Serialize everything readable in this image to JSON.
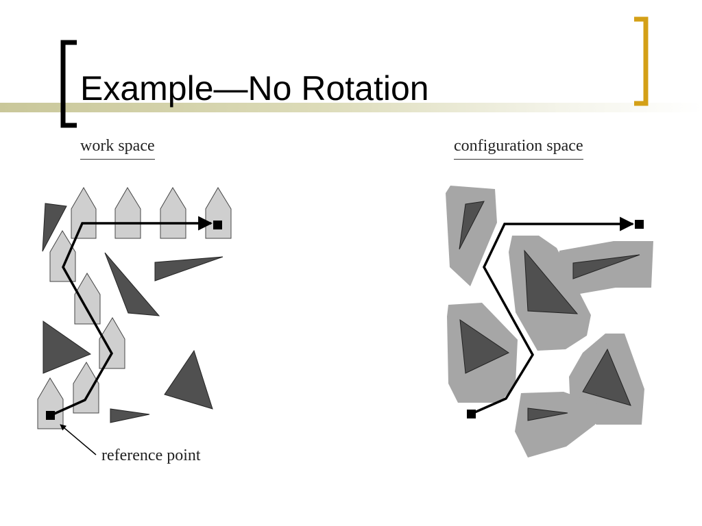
{
  "slide": {
    "title": "Example—No Rotation",
    "accent_color": "#d4a017",
    "bracket_left_color": "#000000"
  },
  "figure": {
    "workspace_label": "work space",
    "configuration_label": "configuration space",
    "reference_label": "reference point",
    "colors": {
      "obstacle": "#505050",
      "robot": "#cfcfcf",
      "grown_obstacle": "#a6a6a6",
      "path": "#000000"
    }
  }
}
